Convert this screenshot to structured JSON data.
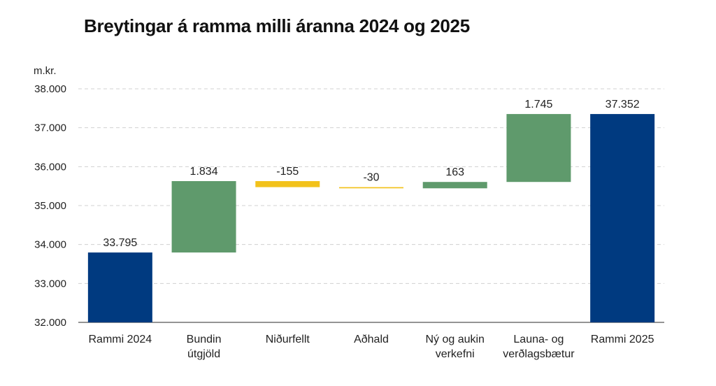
{
  "chart_data": {
    "type": "bar",
    "subtype": "waterfall",
    "title": "Breytingar á ramma milli áranna 2024 og 2025",
    "ylabel": "m.kr.",
    "ylim": [
      32000,
      38000
    ],
    "yticks": [
      32000,
      33000,
      34000,
      35000,
      36000,
      37000,
      38000
    ],
    "ytick_labels": [
      "32.000",
      "33.000",
      "34.000",
      "35.000",
      "36.000",
      "37.000",
      "38.000"
    ],
    "grid": true,
    "categories": [
      [
        "Rammi 2024"
      ],
      [
        "Bundin",
        "útgjöld"
      ],
      [
        "Niðurfellt"
      ],
      [
        "Aðhald"
      ],
      [
        "Ný og aukin",
        "verkefni"
      ],
      [
        "Launa- og",
        "verðlagsbætur"
      ],
      [
        "Rammi 2025"
      ]
    ],
    "bars": [
      {
        "kind": "total",
        "start": 32000,
        "end": 33795,
        "value": 33795,
        "label": "33.795"
      },
      {
        "kind": "increase",
        "start": 33795,
        "end": 35629,
        "value": 1834,
        "label": "1.834"
      },
      {
        "kind": "decrease",
        "start": 35629,
        "end": 35474,
        "value": -155,
        "label": "-155"
      },
      {
        "kind": "decrease",
        "start": 35474,
        "end": 35444,
        "value": -30,
        "label": "-30"
      },
      {
        "kind": "increase",
        "start": 35444,
        "end": 35607,
        "value": 163,
        "label": "163"
      },
      {
        "kind": "increase",
        "start": 35607,
        "end": 37352,
        "value": 1745,
        "label": "1.745"
      },
      {
        "kind": "total",
        "start": 32000,
        "end": 37352,
        "value": 37352,
        "label": "37.352"
      }
    ],
    "colors": {
      "total": "#003a80",
      "increase": "#5f9a6c",
      "decrease": "#f2c21b",
      "grid": "#d0d0d0",
      "axis": "#555555"
    }
  }
}
